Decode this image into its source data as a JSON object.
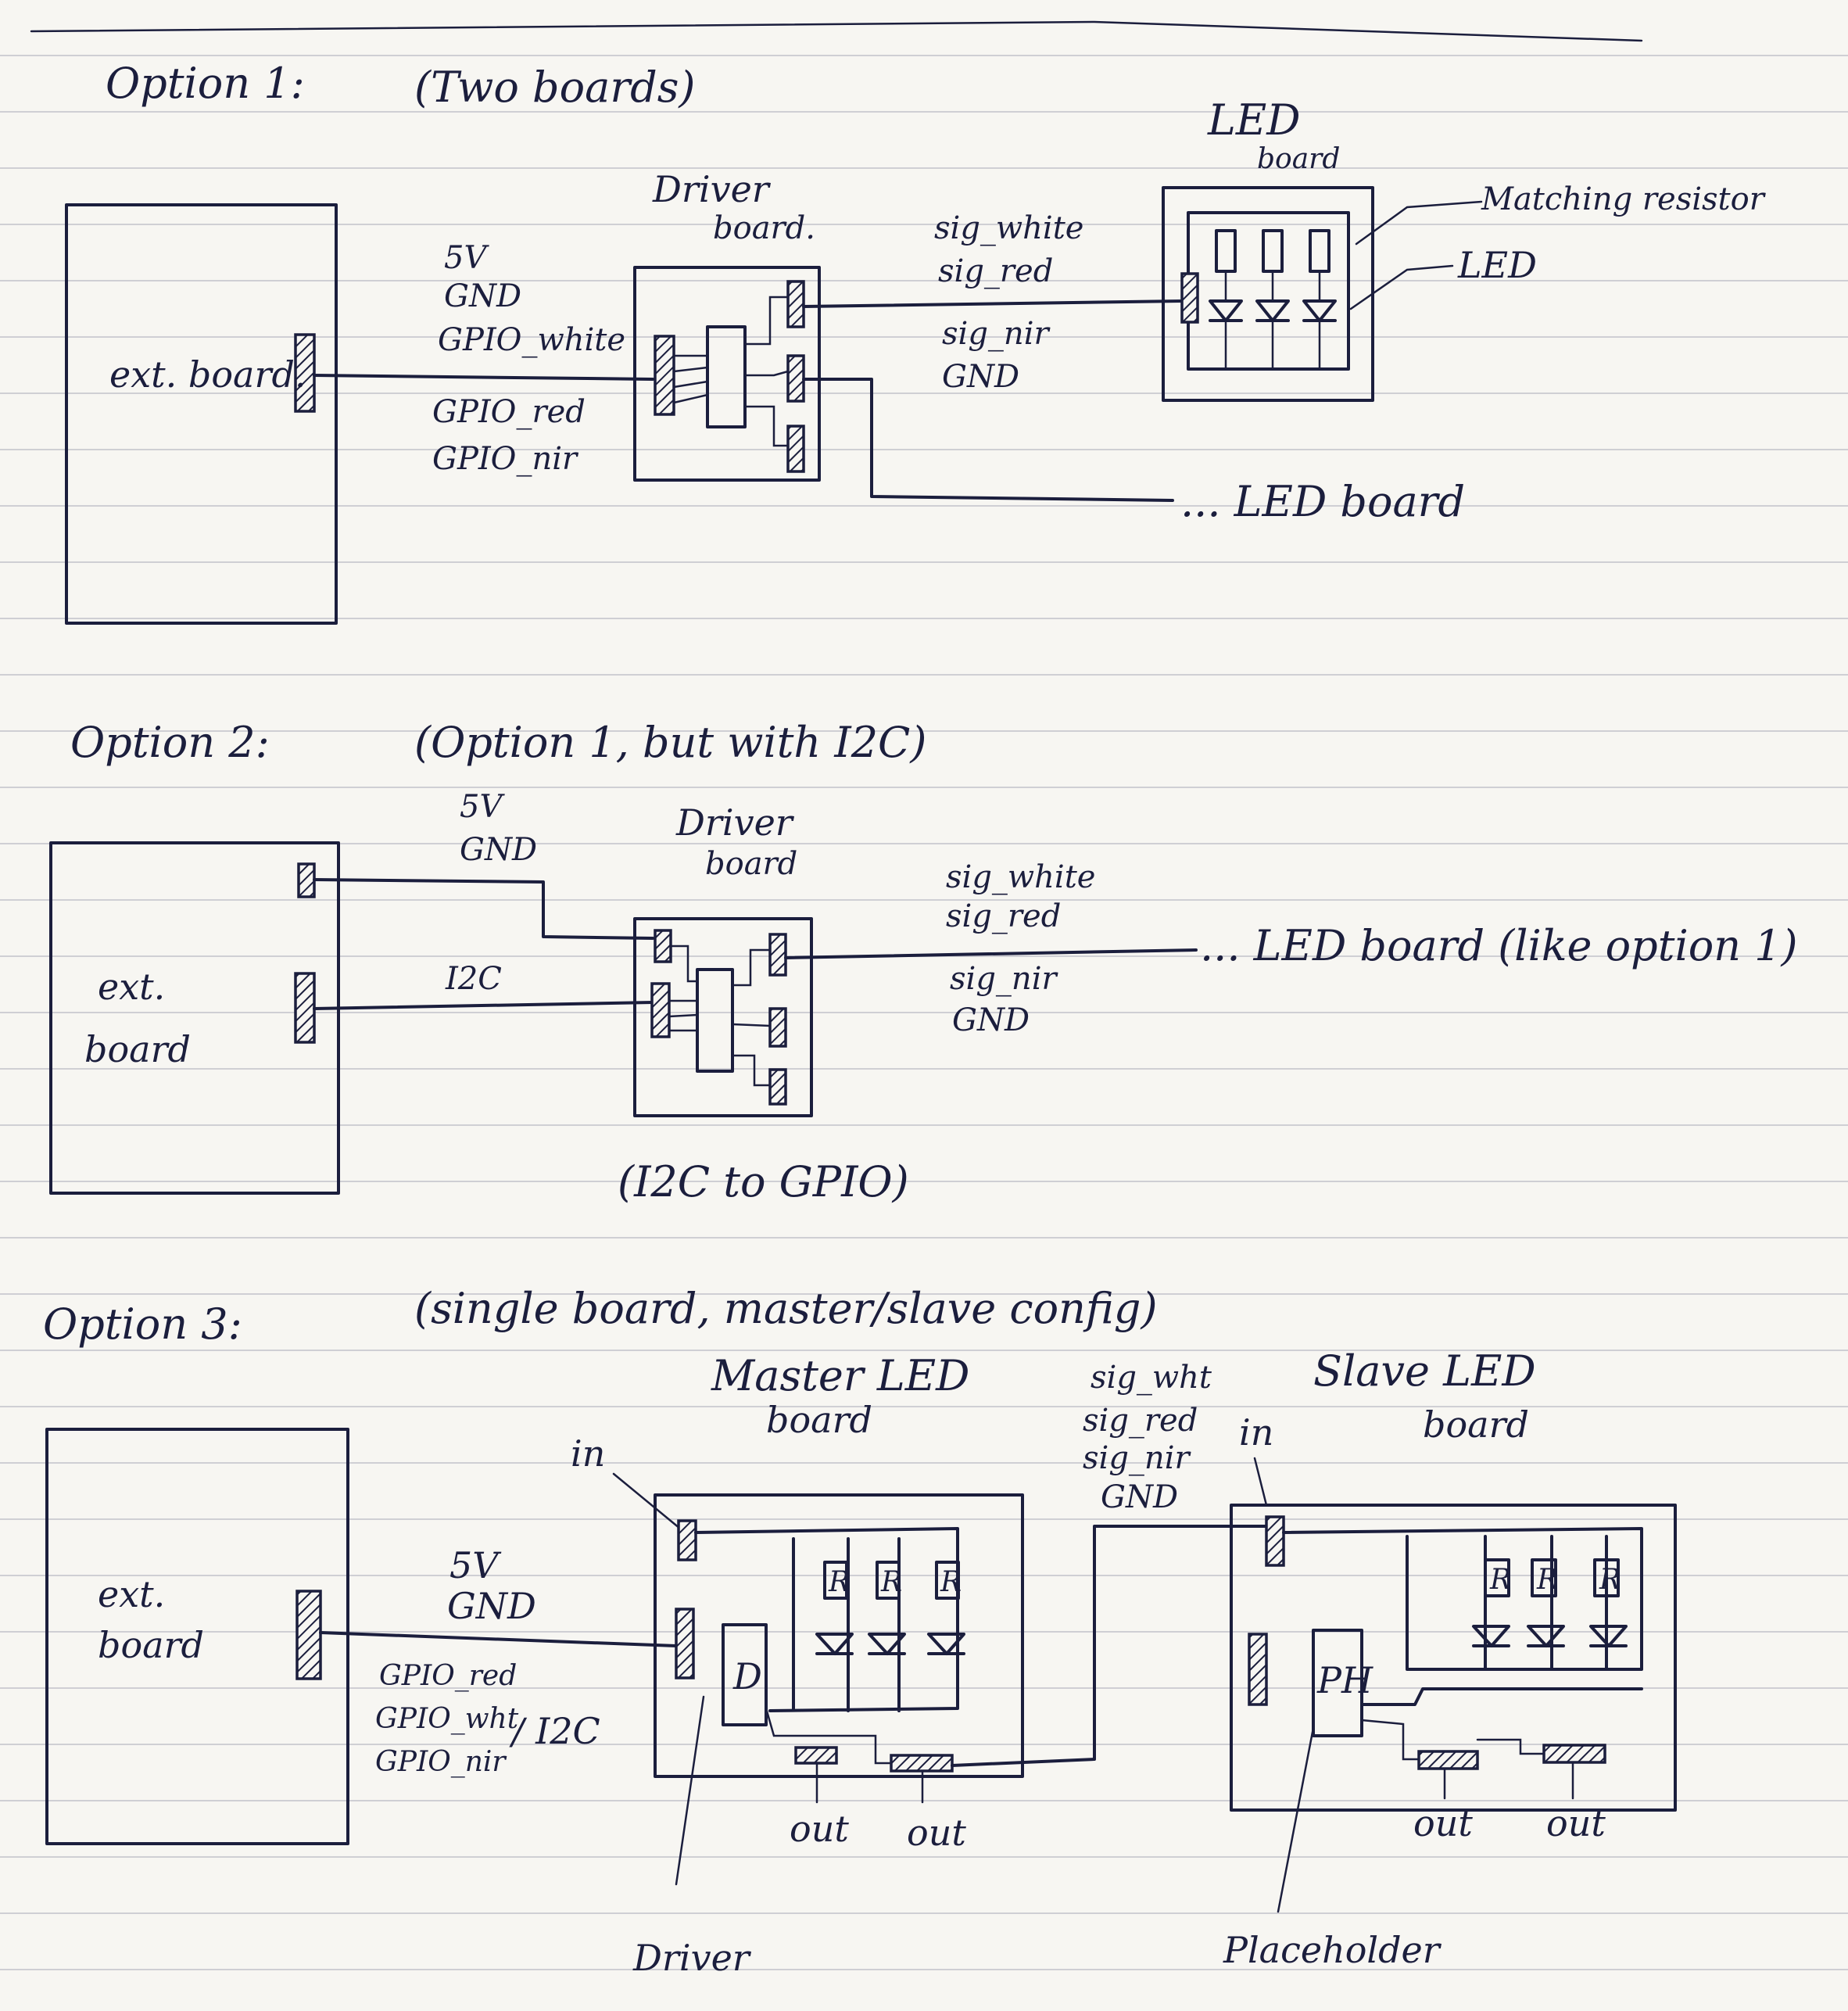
{
  "option1": {
    "heading": "Option 1:",
    "subtitle": "(Two boards)",
    "ext_board": "ext. board.",
    "driver_board": [
      "Driver",
      "board."
    ],
    "led_board": [
      "LED",
      "board"
    ],
    "signals_in": [
      "5V",
      "GND",
      "GPIO_white",
      "GPIO_red",
      "GPIO_nir"
    ],
    "signals_out": [
      "sig_white",
      "sig_red",
      "sig_nir",
      "GND"
    ],
    "matching_resistor": "Matching resistor",
    "led": "LED",
    "more_led_board": "... LED board"
  },
  "option2": {
    "heading": "Option 2:",
    "subtitle": "(Option 1, but with I2C)",
    "ext_board": [
      "ext.",
      "board"
    ],
    "power_signals": [
      "5V",
      "GND"
    ],
    "i2c": "I2C",
    "driver_board": [
      "Driver",
      "board"
    ],
    "signals_out": [
      "sig_white",
      "sig_red",
      "sig_nir",
      "GND"
    ],
    "led_board_note": "... LED board (like option 1)",
    "converter_note": "(I2C to GPIO)"
  },
  "option3": {
    "heading": "Option 3:",
    "subtitle": "(single board, master/slave config)",
    "ext_board": [
      "ext.",
      "board"
    ],
    "signals_in": [
      "5V",
      "GND",
      "GPIO_red",
      "GPIO_wht",
      "GPIO_nir"
    ],
    "i2c_alt": "/ I2C",
    "master_board": [
      "Master LED",
      "board"
    ],
    "slave_board": [
      "Slave LED",
      "board"
    ],
    "link_signals": [
      "sig_wht",
      "sig_red",
      "sig_nir",
      "GND"
    ],
    "in_label": "in",
    "out_label": "out",
    "resistor_mark": "R",
    "driver_mark": "D",
    "placeholder_mark": "PH",
    "driver_callout": "Driver",
    "placeholder_callout": "Placeholder"
  }
}
